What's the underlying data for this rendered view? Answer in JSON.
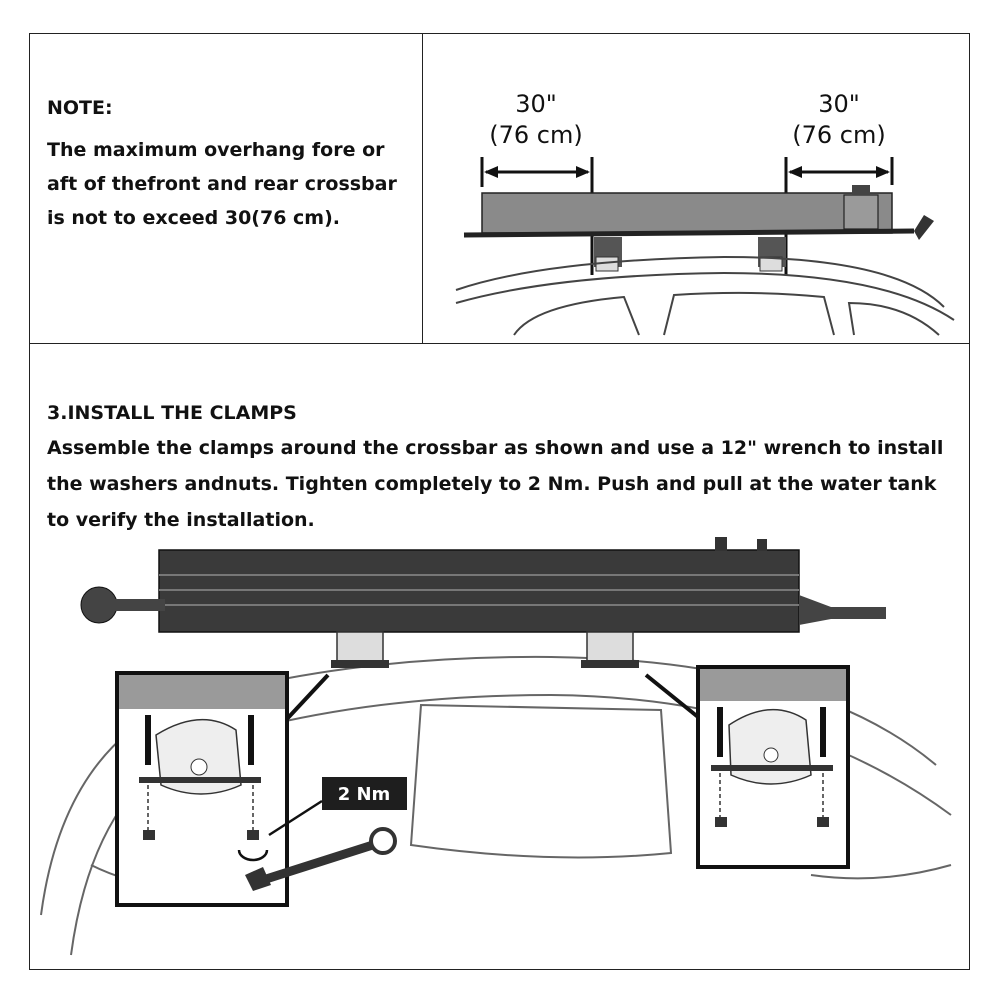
{
  "note": {
    "title": "NOTE:",
    "text": "The maximum overhang fore or aft of thefront and rear crossbar is not to exceed 30(76 cm)."
  },
  "diagram_top": {
    "left_dim": {
      "value": "30\"",
      "metric": "(76 cm)"
    },
    "right_dim": {
      "value": "30\"",
      "metric": "(76 cm)"
    }
  },
  "step": {
    "title": "3.INSTALL THE CLAMPS",
    "text": "Assemble the clamps around the crossbar as shown and use a 12\" wrench to install the washers andnuts. Tighten completely to 2 Nm. Push and pull at the water tank to verify the installation."
  },
  "diagram_bottom": {
    "torque_label": "2 Nm"
  }
}
